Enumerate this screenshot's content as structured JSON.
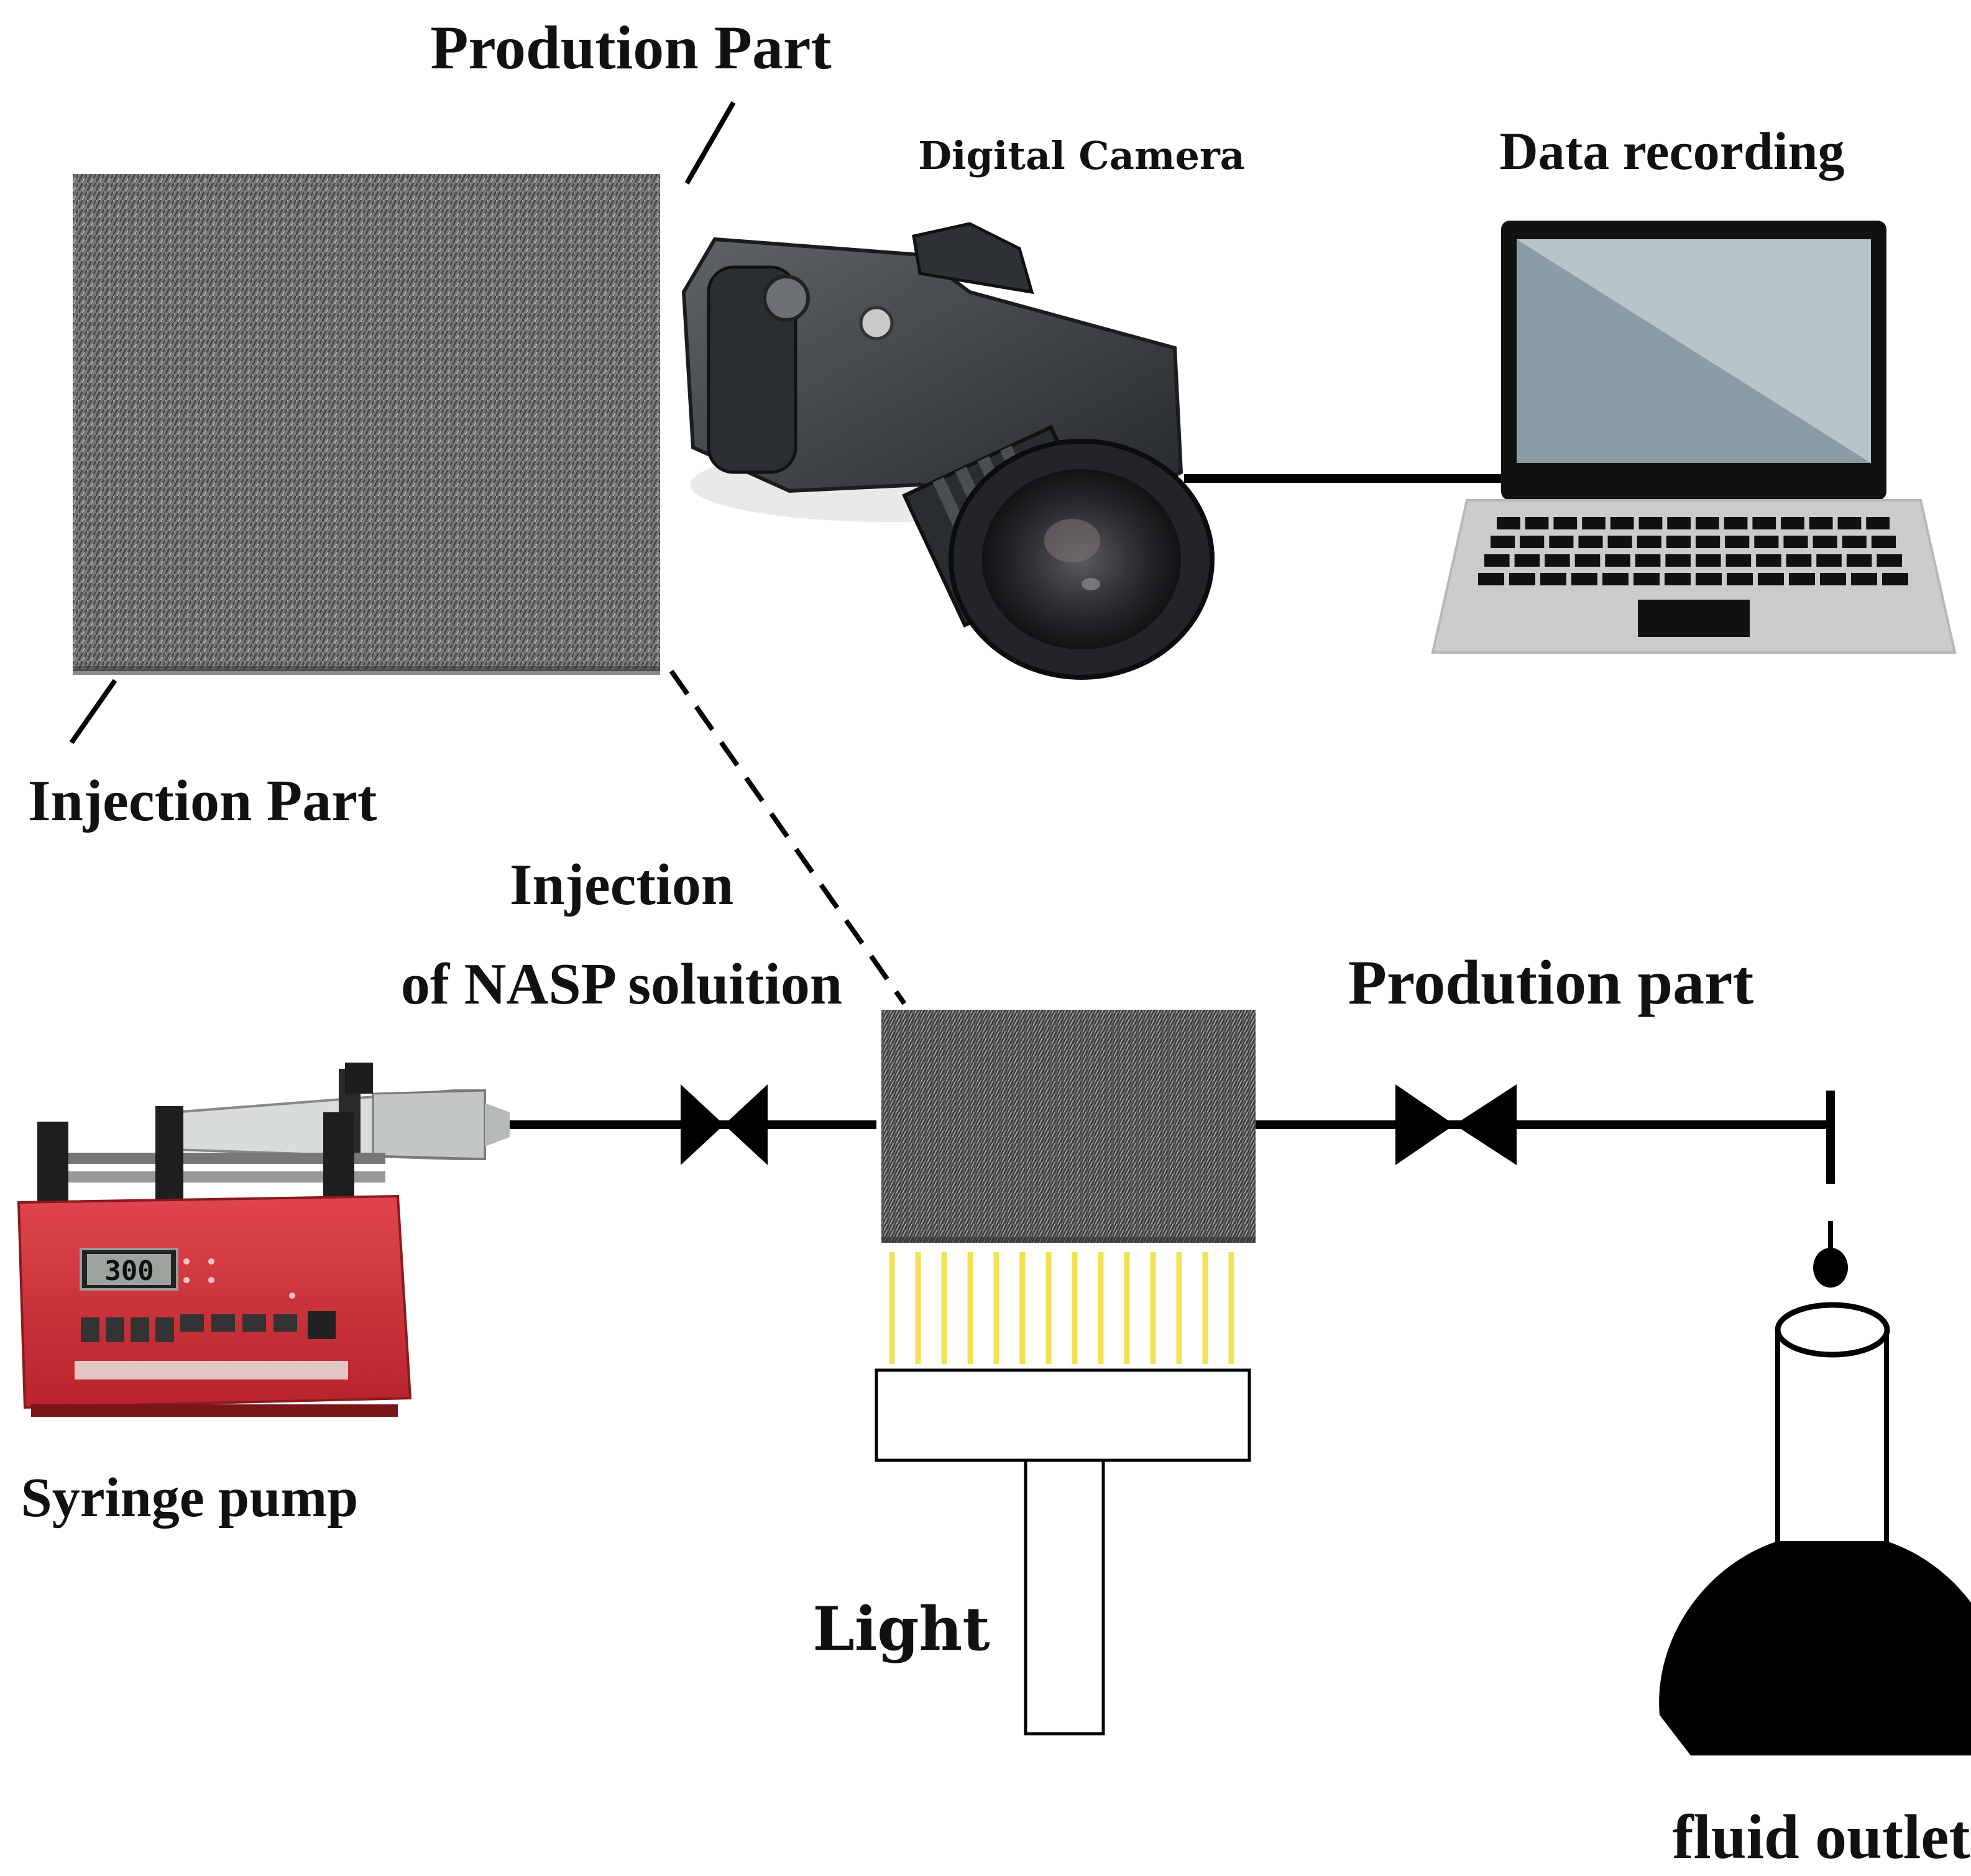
{
  "labels": {
    "production_part_top": "Prodution Part",
    "digital_camera": "Digital Camera",
    "data_recording": "Data recording",
    "injection_part": "Injection Part",
    "injection_line1": "Injection",
    "injection_line2": "of NASP soluition",
    "production_part_bottom": "Prodution part",
    "syringe_pump": "Syringe pump",
    "light": "Light",
    "fluid_outlet": "fluid outlet"
  },
  "pump_display": "300",
  "colors": {
    "line": "#000000",
    "pump_body": "#d5313a",
    "light_rays": "#f3e254",
    "camera_body": "#3a3d40",
    "laptop_screen": "#9fb0b8",
    "laptop_base": "#c9ccc9"
  },
  "icons": [
    "syringe-pump-icon",
    "digital-camera-icon",
    "laptop-icon",
    "valve-icon",
    "light-source-icon",
    "flask-icon"
  ]
}
